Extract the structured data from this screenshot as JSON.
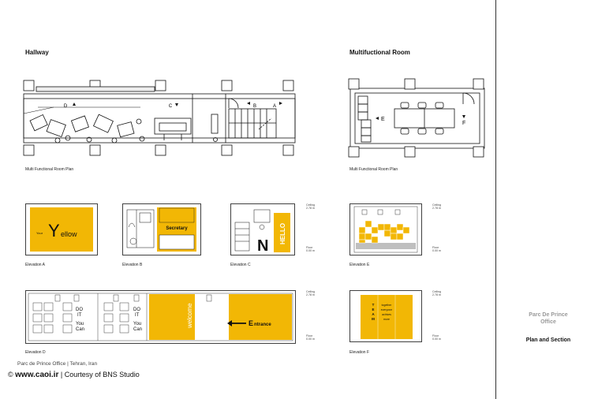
{
  "headings": {
    "hallway": "Hallway",
    "multi_room": "Multifuctional Room"
  },
  "captions": {
    "plan_left": "Multi Functional Room Plan",
    "plan_right": "Multi Functional Room Plan",
    "elev_a": "Elevation A",
    "elev_b": "Elevation B",
    "elev_c": "Elevation C",
    "elev_d": "Elevation D",
    "elev_e": "Elevation E",
    "elev_f": "Elevation F"
  },
  "plan_markers": {
    "d": "D",
    "c": "C",
    "b": "B",
    "a": "A",
    "e": "E",
    "f": "F"
  },
  "elevation_text": {
    "a_small": "Your",
    "a_big_y": "Y",
    "a_rest": "ellow",
    "b_label": "Secretary",
    "c_letter": "N",
    "c_vertical": "HELLO",
    "d_welcome": "welcome",
    "d_entrance_e": "E",
    "d_entrance_rest": "ntrance",
    "d_signs_1": [
      "DO",
      "IT",
      "You",
      "Can"
    ],
    "d_signs_2": [
      "DO",
      "IT",
      "You",
      "Can"
    ],
    "f_team": [
      "T",
      "E",
      "A",
      "M"
    ],
    "f_lines": [
      "together",
      "everyone",
      "achives",
      "more"
    ]
  },
  "levels": {
    "ceiling": "Ceiling",
    "ceiling_val": "2.78 m",
    "floor": "Floor",
    "floor_val": "0.00 m"
  },
  "sidebar": {
    "title_line1": "Parc De Prince",
    "title_line2": "Office",
    "subtitle": "Plan and Section"
  },
  "credits": {
    "line1": "Parc de Prince Office | Tehran, Iran",
    "symbol": "©",
    "site": "www.caoi.ir",
    "courtesy": "| Courtesy of BNS Studio"
  },
  "colors": {
    "accent_yellow": "#f2b705",
    "line": "#111111",
    "gray_fill": "#bfbfbf"
  }
}
